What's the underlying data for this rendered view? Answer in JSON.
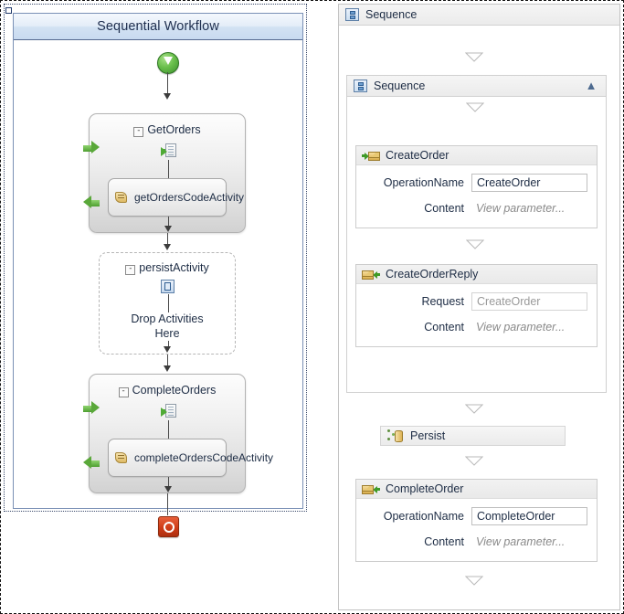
{
  "left_panel": {
    "name": "wf3-sequential-workflow-designer",
    "title": "Sequential Workflow",
    "start_icon": "start-green-circle-icon",
    "stop_icon": "stop-red-square-icon",
    "activities": [
      {
        "name": "GetOrders",
        "type": "composite-receive-activity",
        "expander": "-",
        "icon": "receive-activity-icon",
        "left_arrow_icon": "green-right-arrow-icon",
        "child": {
          "label": "getOrdersCodeActivity",
          "icon": "code-activity-icon",
          "arrow_icon": "green-left-arrow-icon"
        }
      },
      {
        "name": "persistActivity",
        "type": "persist-activity",
        "expander": "-",
        "icon": "persist-activity-icon",
        "drop_text_line1": "Drop Activities",
        "drop_text_line2": "Here"
      },
      {
        "name": "CompleteOrders",
        "type": "composite-receive-activity",
        "expander": "-",
        "icon": "receive-activity-icon",
        "left_arrow_icon": "green-right-arrow-icon",
        "child": {
          "label": "completeOrdersCodeActivity",
          "icon": "code-activity-icon",
          "arrow_icon": "green-left-arrow-icon"
        }
      }
    ]
  },
  "right_panel": {
    "name": "wf4-sequence-designer",
    "outer_sequence": {
      "title": "Sequence",
      "icon": "sequence-activity-icon"
    },
    "inner_sequence": {
      "title": "Sequence",
      "icon": "sequence-activity-icon",
      "collapse_icon": "chevron-double-up-icon"
    },
    "drop_indicator_icon": "drop-triangle-icon",
    "activities": [
      {
        "name": "CreateOrder",
        "icon": "receive-message-icon",
        "fields": [
          {
            "label": "OperationName",
            "value": "CreateOrder",
            "style": "input"
          },
          {
            "label": "Content",
            "value": "View parameter...",
            "style": "placeholder"
          }
        ]
      },
      {
        "name": "CreateOrderReply",
        "icon": "send-message-icon",
        "fields": [
          {
            "label": "Request",
            "value": "CreateOrder",
            "style": "readonly"
          },
          {
            "label": "Content",
            "value": "View parameter...",
            "style": "placeholder"
          }
        ]
      },
      {
        "name": "Persist",
        "icon": "persist-database-icon",
        "fields": []
      },
      {
        "name": "CompleteOrder",
        "icon": "send-message-icon",
        "fields": [
          {
            "label": "OperationName",
            "value": "CompleteOrder",
            "style": "input"
          },
          {
            "label": "Content",
            "value": "View parameter...",
            "style": "placeholder"
          }
        ]
      }
    ]
  },
  "colors": {
    "start_green": "#4f9e34",
    "stop_red": "#cf3c17",
    "title_blue": "#c8daf0",
    "arrow_green": "#5aa83a",
    "envelope_gold": "#d9ae4d"
  }
}
